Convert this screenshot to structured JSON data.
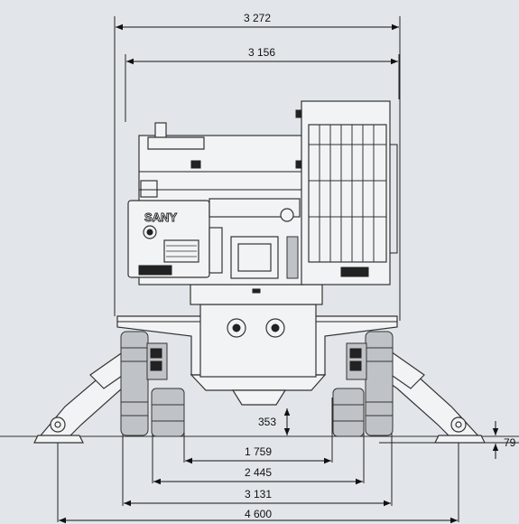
{
  "brand": {
    "logo_text": "SANY"
  },
  "dimensions": {
    "overall_width_top": "3 272",
    "cab_width": "3 156",
    "ground_clearance": "353",
    "outrigger_drop": "79",
    "track_inner": "1 759",
    "track_gauge": "2 445",
    "track_outer": "3 131",
    "outrigger_span": "4 600"
  },
  "colors": {
    "background": "#e2e6ea",
    "line": "#222222"
  }
}
